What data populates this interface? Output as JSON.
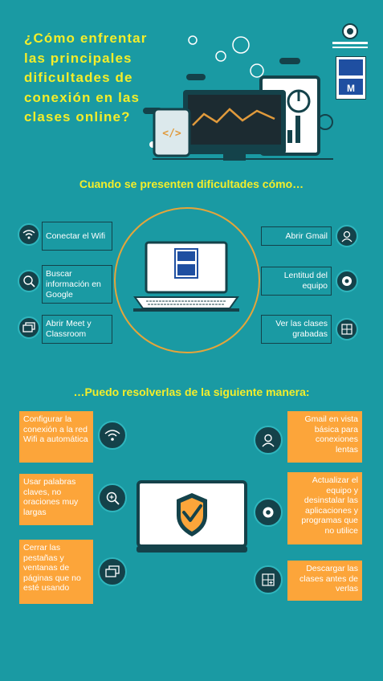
{
  "title": "¿Cómo enfrentar las principales dificultades de conexión en las clases online?",
  "section1_heading": "Cuando se presenten dificultades cómo…",
  "section2_heading": "…Puedo resolverlas de la siguiente manera:",
  "difficulties_left": [
    {
      "label": "Conectar el Wifi",
      "icon": "wifi-icon"
    },
    {
      "label": "Buscar información en Google",
      "icon": "search-icon"
    },
    {
      "label": "Abrir Meet y Classroom",
      "icon": "windows-icon"
    }
  ],
  "difficulties_right": [
    {
      "label": "Abrir Gmail",
      "icon": "user-icon"
    },
    {
      "label": "Lentitud del equipo",
      "icon": "gear-icon"
    },
    {
      "label": "Ver las clases grabadas",
      "icon": "grid-icon"
    }
  ],
  "solutions_left": [
    {
      "label": "Configurar la conexión a la red Wifi a automática",
      "icon": "wifi-icon"
    },
    {
      "label": "Usar palabras claves, no oraciones muy largas",
      "icon": "search-icon"
    },
    {
      "label": "Cerrar las pestañas y ventanas de páginas que no esté usando",
      "icon": "windows-icon"
    }
  ],
  "solutions_right": [
    {
      "label": "Gmail en vista básica para conexiones lentas",
      "icon": "user-icon"
    },
    {
      "label": "Actualizar el equipo y desinstalar las aplicaciones y programas que no utilice",
      "icon": "gear-icon"
    },
    {
      "label": "Descargar las clases antes de verlas",
      "icon": "grid-icon"
    }
  ],
  "colors": {
    "background": "#1a9aa3",
    "title": "#f4ee2a",
    "dark": "#14424a",
    "orange": "#fca53a"
  }
}
